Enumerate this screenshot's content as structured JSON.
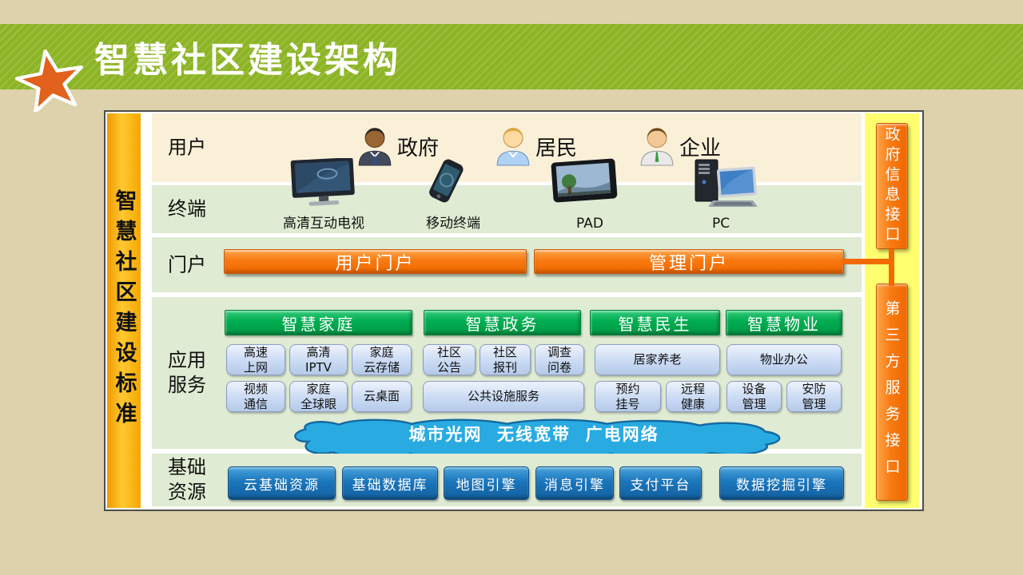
{
  "header": {
    "title": "智慧社区建设架构"
  },
  "left_bar": {
    "label": "智慧社区建设标准"
  },
  "right_bar": {
    "gov": "政府信息接口",
    "third": "第三方服务接口"
  },
  "users": {
    "label": "用户",
    "items": [
      {
        "name": "政府"
      },
      {
        "name": "居民"
      },
      {
        "name": "企业"
      }
    ]
  },
  "terminals": {
    "label": "终端",
    "items": [
      "高清互动电视",
      "移动终端",
      "PAD",
      "PC"
    ]
  },
  "portal": {
    "label": "门户",
    "user_portal": "用户门户",
    "admin_portal": "管理门户"
  },
  "app": {
    "label": "应用\n服务",
    "cats": [
      "智慧家庭",
      "智慧政务",
      "智慧民生",
      "智慧物业"
    ],
    "r1": [
      "高速\n上网",
      "高清\nIPTV",
      "家庭\n云存储",
      "社区\n公告",
      "社区\n报刊",
      "调查\n问卷",
      "居家养老",
      "物业办公"
    ],
    "r2": [
      "视频\n通信",
      "家庭\n全球眼",
      "云桌面",
      "公共设施服务",
      "预约\n挂号",
      "远程\n健康",
      "设备\n管理",
      "安防\n管理"
    ]
  },
  "cloud": {
    "text": "城市光网  无线宽带  广电网络"
  },
  "resources": {
    "label": "基础\n资源",
    "items": [
      "云基础资源",
      "基础数据库",
      "地图引擎",
      "消息引擎",
      "支付平台",
      "数据挖掘引擎"
    ]
  },
  "colors": {
    "header_green": "#8CB425",
    "star_orange": "#E2611C",
    "bar_orange": "#FFB900",
    "interface_yellow": "#FFFF70",
    "portal_orange": "#F97A12",
    "category_green": "#00AB50",
    "app_box_blue": "#CADAF3",
    "resource_blue": "#1B76BB",
    "cloud_blue": "#29ABE2",
    "row_cream": "#FAF0D8",
    "row_green": "#DFEBD2"
  }
}
